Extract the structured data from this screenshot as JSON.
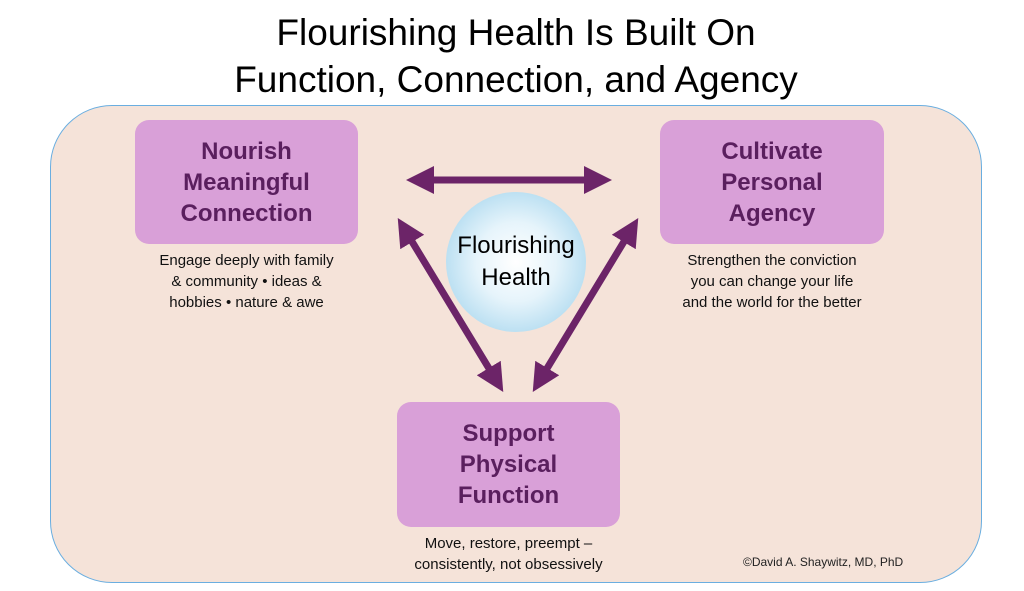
{
  "title": {
    "line1": "Flourishing Health Is Built On",
    "line2": "Function, Connection, and Agency"
  },
  "center": {
    "line1": "Flourishing",
    "line2": "Health"
  },
  "boxes": {
    "connection": {
      "l1": "Nourish",
      "l2": "Meaningful",
      "l3": "Connection",
      "d1": "Engage deeply with family",
      "d2": "& community • ideas &",
      "d3": "hobbies • nature & awe"
    },
    "agency": {
      "l1": "Cultivate",
      "l2": "Personal",
      "l3": "Agency",
      "d1": "Strengthen the conviction",
      "d2": "you can change your life",
      "d3": "and the world for the better"
    },
    "function": {
      "l1": "Support",
      "l2": "Physical",
      "l3": "Function",
      "d1": "Move, restore, preempt –",
      "d2": "consistently, not obsessively"
    }
  },
  "credit": "©David A. Shaywitz, MD, PhD",
  "colors": {
    "arrow": "#6c2468",
    "box": "#d9a0d8",
    "box_text": "#5a1f5e",
    "panel": "#f5e3d9",
    "border": "#6aaee0"
  }
}
